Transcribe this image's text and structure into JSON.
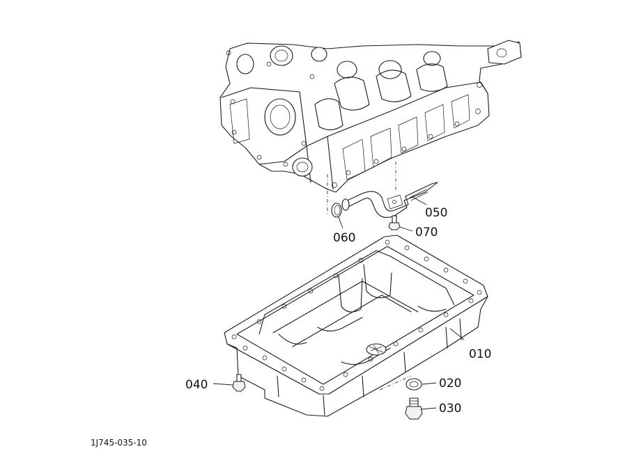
{
  "figure": {
    "reference_code": "1J745-035-10",
    "callouts": [
      {
        "id": "010",
        "label": "010"
      },
      {
        "id": "020",
        "label": "020"
      },
      {
        "id": "030",
        "label": "030"
      },
      {
        "id": "040",
        "label": "040"
      },
      {
        "id": "050",
        "label": "050"
      },
      {
        "id": "060",
        "label": "060"
      },
      {
        "id": "070",
        "label": "070"
      }
    ]
  }
}
